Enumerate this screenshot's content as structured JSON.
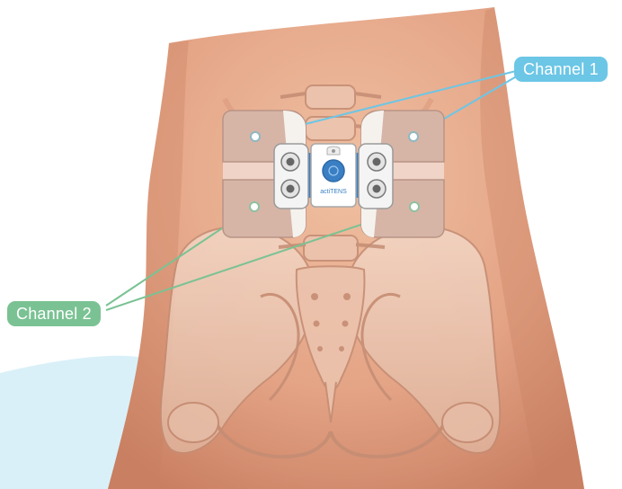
{
  "labels": {
    "channel1": "Channel 1",
    "channel2": "Channel 2"
  },
  "device": {
    "brand": "actiTENS"
  },
  "colors": {
    "channel1": "#6cc6e6",
    "channel2": "#7ac293",
    "accent_blue": "#3a7fc4",
    "background_wave": "#daf0f8",
    "skin": "#e3a283",
    "pad": "#d6b5a7"
  }
}
